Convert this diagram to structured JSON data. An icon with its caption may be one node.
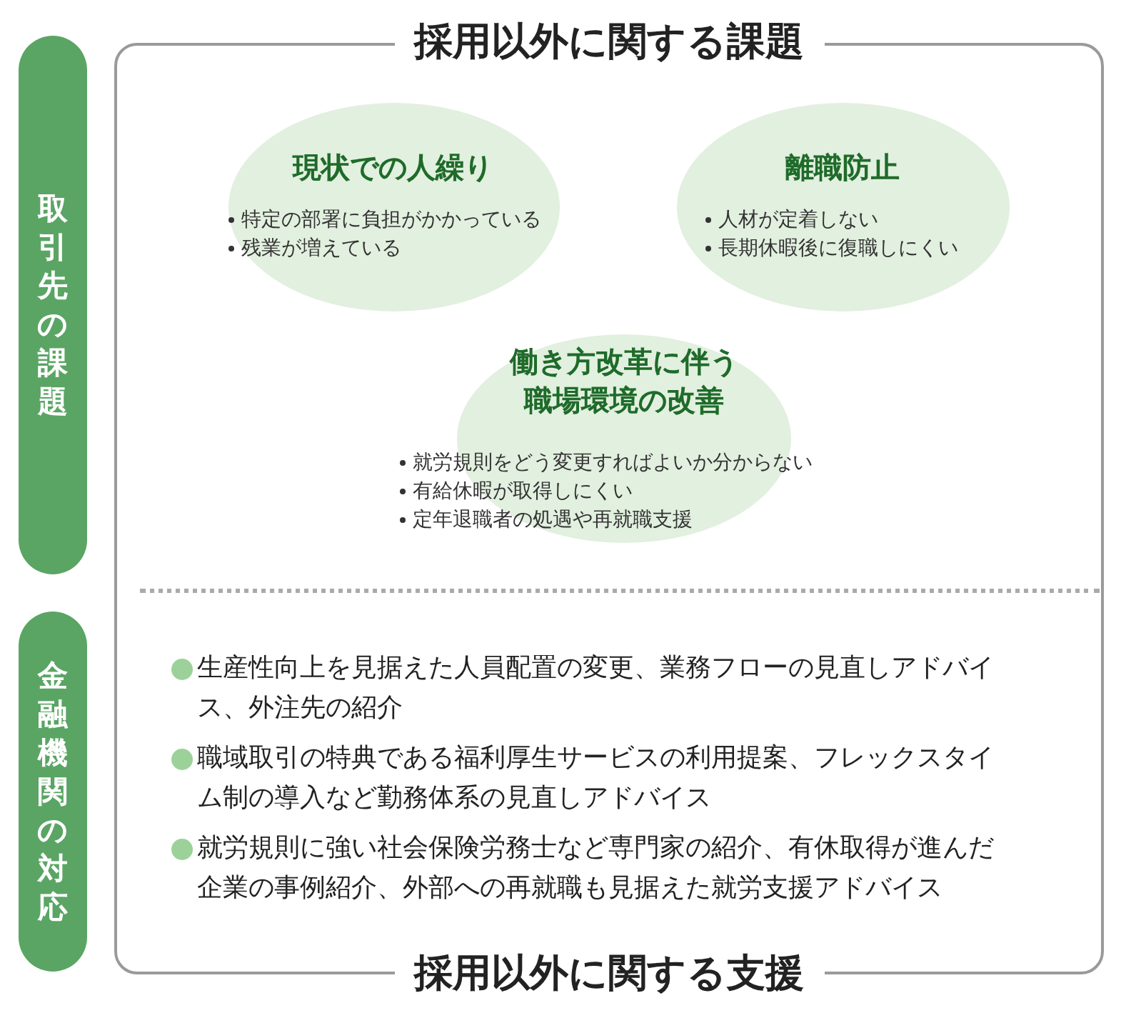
{
  "diagram": {
    "nodes": [
      {
        "text": [
          "取引先の課題"
        ]
      },
      {
        "text": [
          "金融機関の対応"
        ]
      },
      {
        "text": [
          "採用以外に関する課題",
          "採用以外に関する支援"
        ]
      },
      {
        "text": [
          "現状での人繰り",
          "特定の部署に負担がかかっている",
          "残業が増えている"
        ],
        "in": 2
      },
      {
        "text": [
          "離職防止",
          "人材が定着しない",
          "長期休暇後に復職しにくい"
        ],
        "in": 2
      },
      {
        "text": [
          "働き方改革に伴う職場環境の改善",
          "就労規則をどう変更すればよいか分からない",
          "有給休暇が取得しにくい",
          "定年退職者の処遇や再就職支援"
        ],
        "in": 2
      }
    ],
    "labels": [
      "生産性向上を見据えた人員配置の変更、業務フローの見直しアドバイス、外注先の紹介",
      "職域取引の特典である福利厚生サービスの利用提案、フレックスタイム制の導入など勤務体系の見直しアドバイス",
      "就労規則に強い社会保険労務士など専門家の紹介、有休取得が進んだ企業の事例紹介、外部への再就職も見据えた就労支援アドバイス"
    ]
  }
}
